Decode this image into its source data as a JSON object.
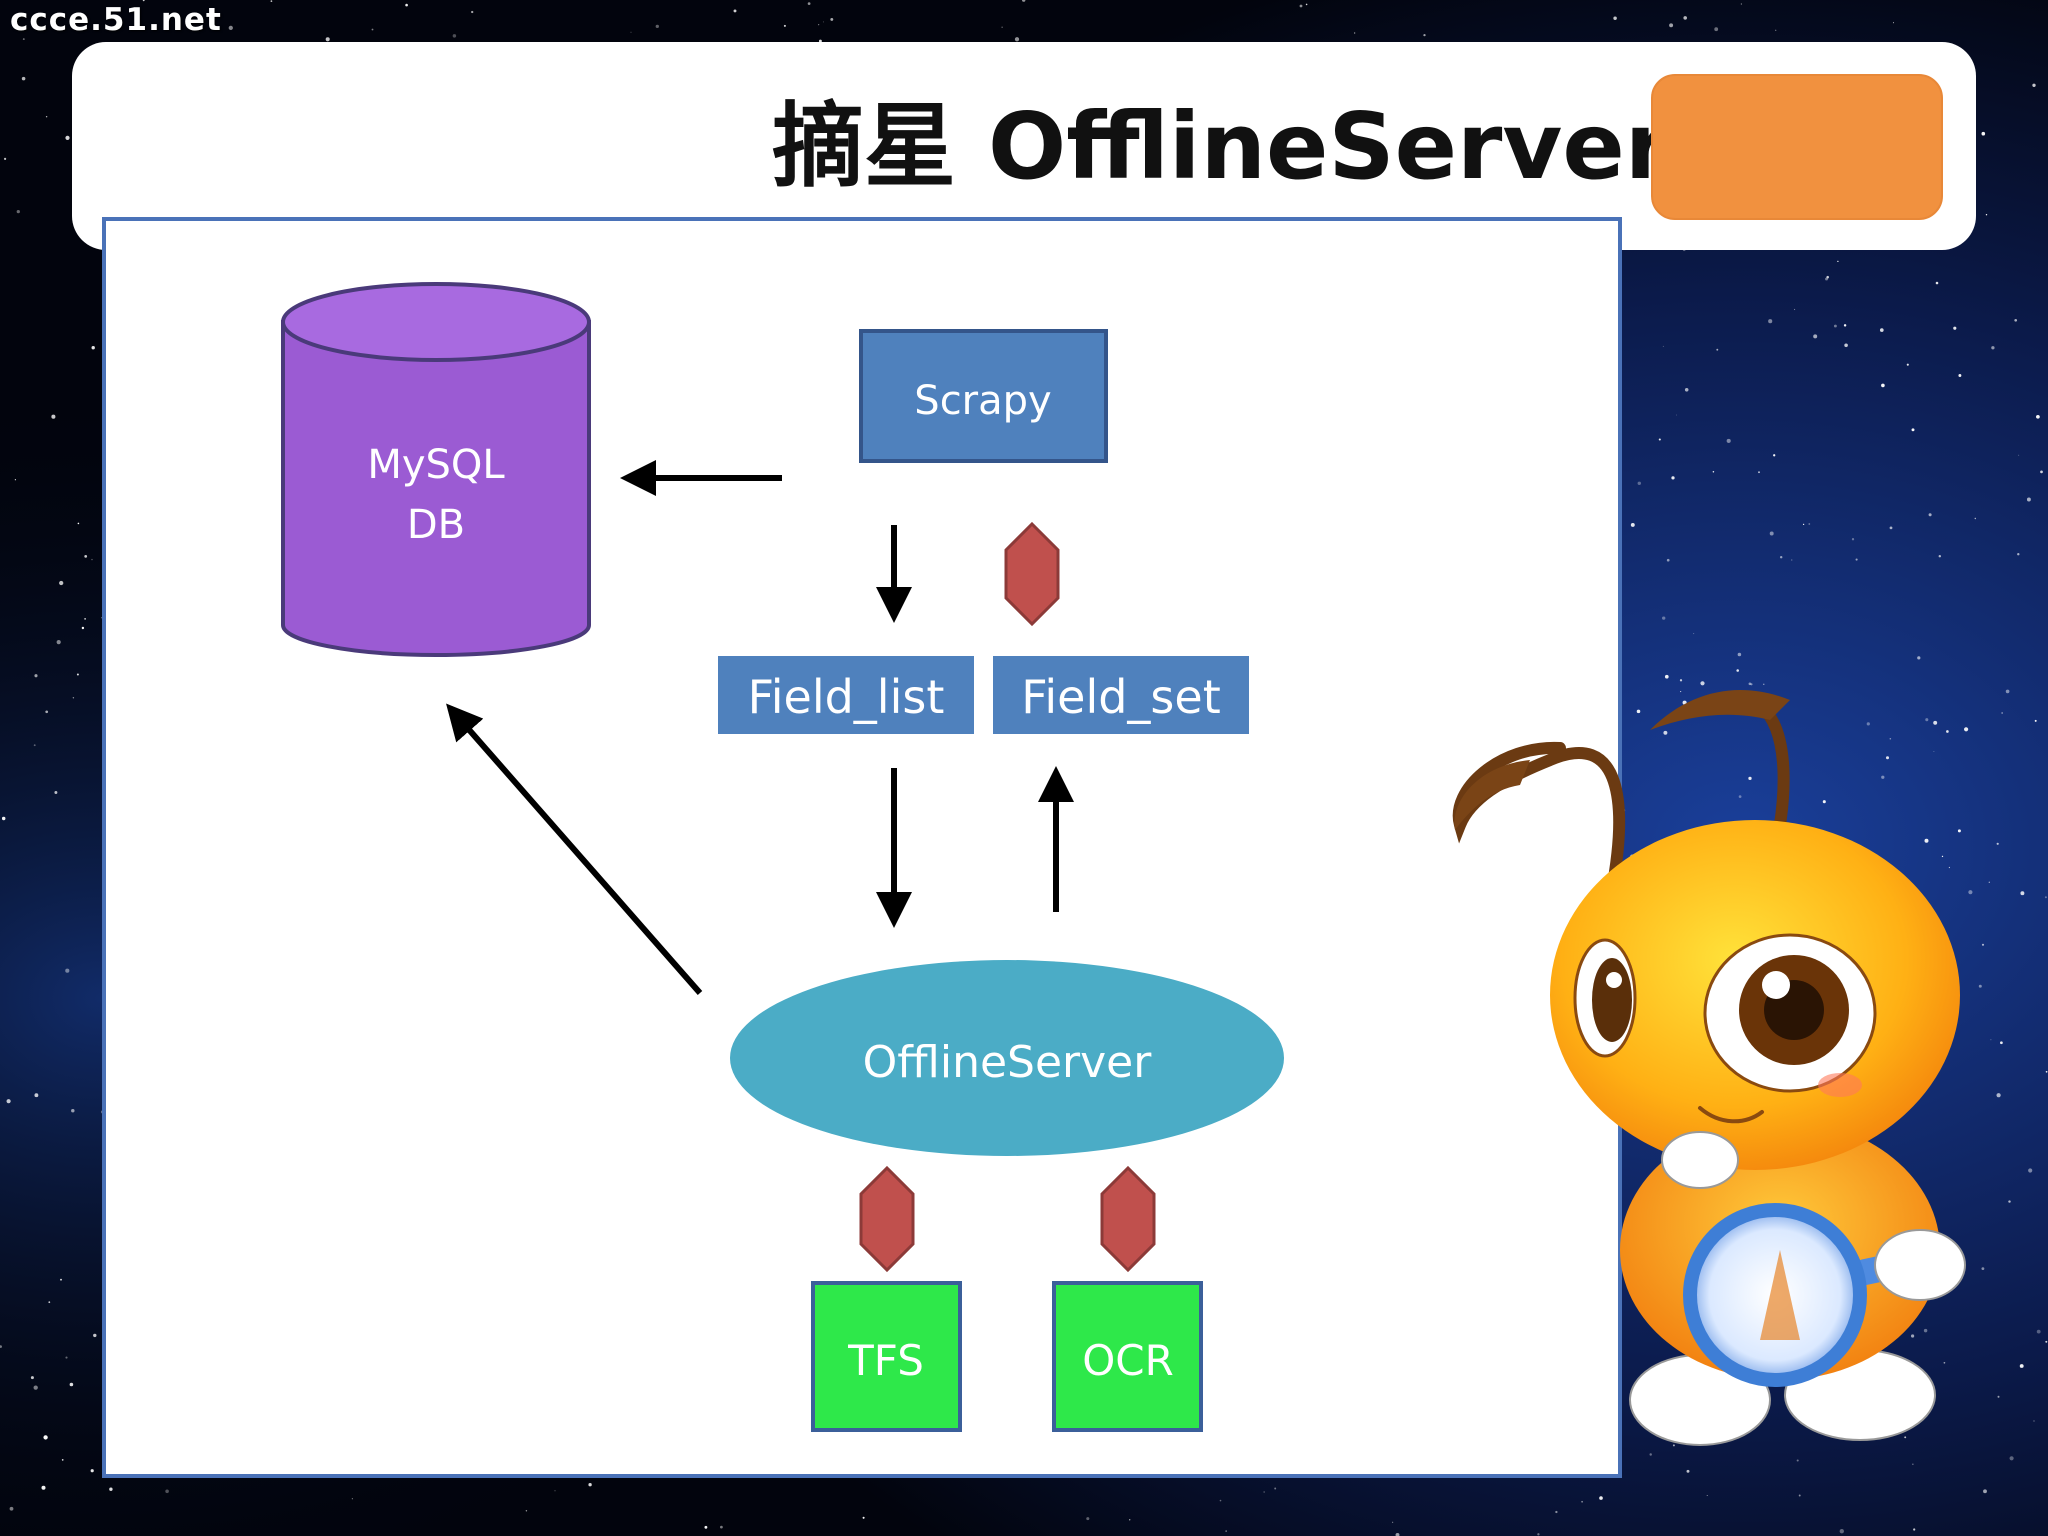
{
  "watermark": "ccce.51.net",
  "title": "摘星 OfflineServer",
  "diagram": {
    "nodes": {
      "mysql_line1": "MySQL",
      "mysql_line2": "DB",
      "scrapy": "Scrapy",
      "field_list": "Field_list",
      "field_set": "Field_set",
      "offline_server": "OfflineServer",
      "tfs": "TFS",
      "ocr": "OCR"
    }
  },
  "colors": {
    "accent_orange": "#f1913f",
    "panel_border": "#4a72b8",
    "db_purple": "#9b5bd3",
    "box_blue": "#4f81bd",
    "ellipse_teal": "#4bacc6",
    "storage_green": "#2ee84a",
    "connector_red": "#c0504d"
  },
  "icons": [
    "ant-mascot",
    "magnifier-icon"
  ]
}
